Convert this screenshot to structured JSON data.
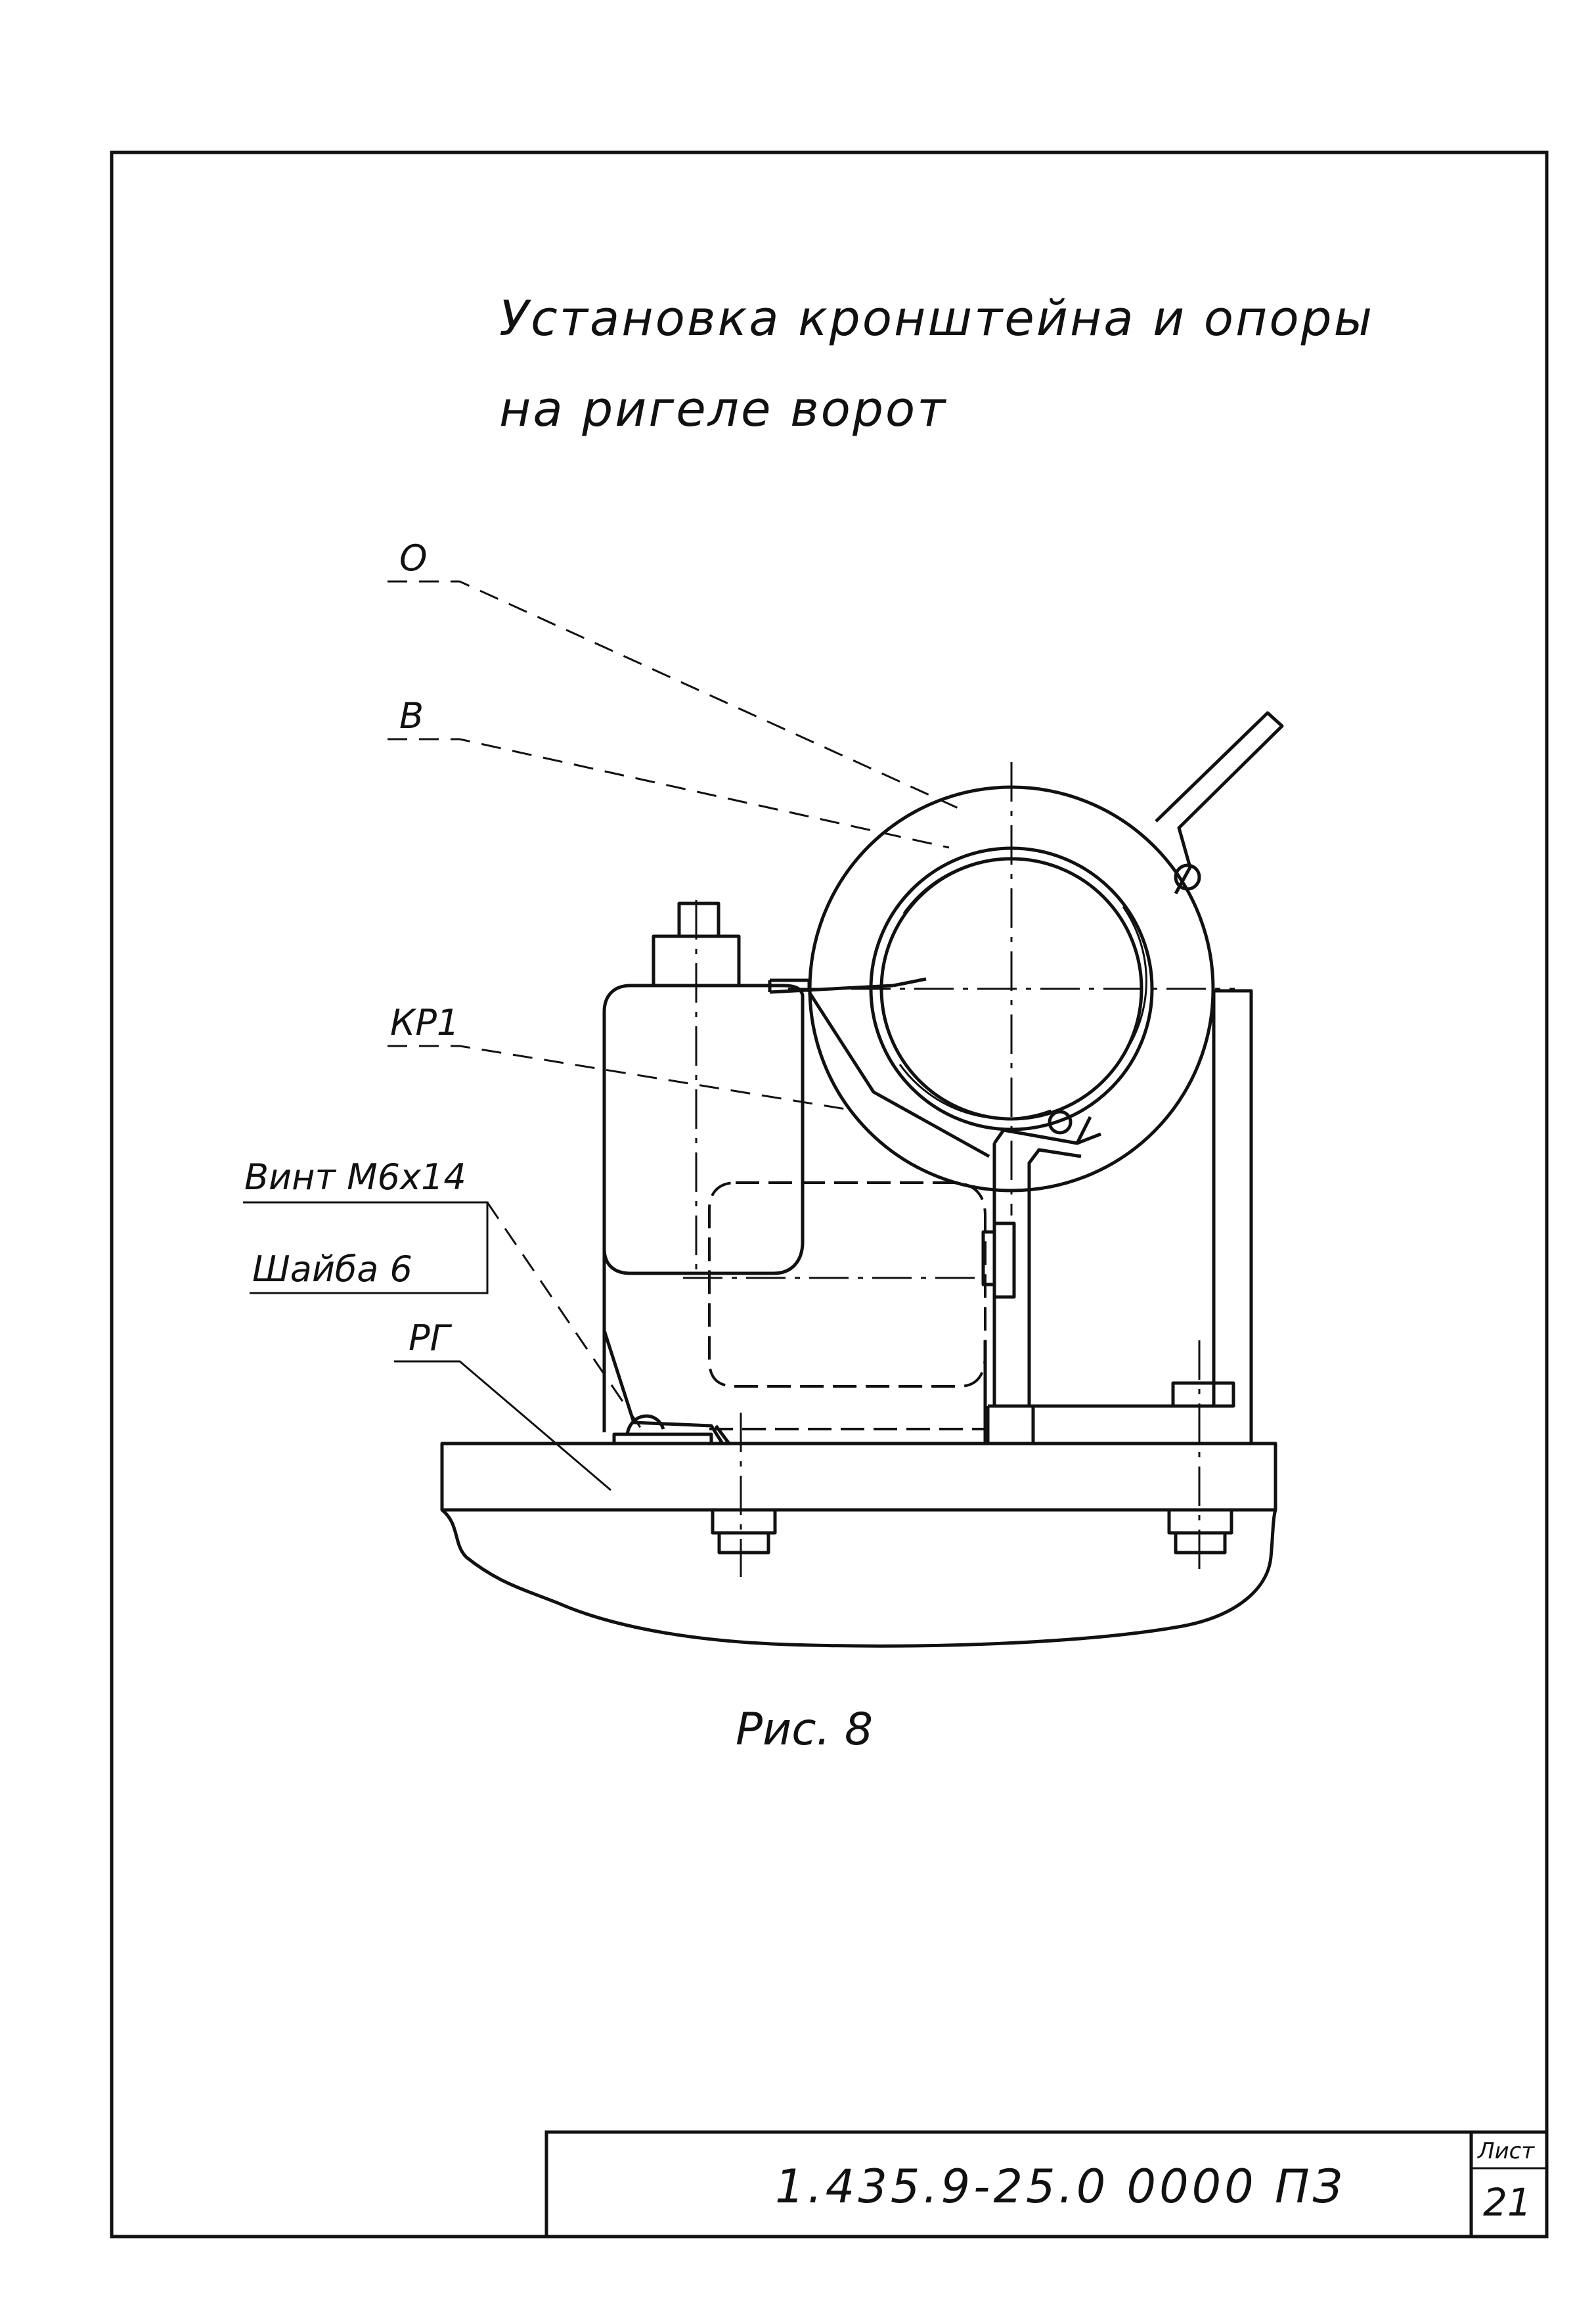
{
  "drawing": {
    "title_line1": "Установка кронштейна и опоры",
    "title_line2": "на ригеле ворот",
    "caption": "Рис. 8"
  },
  "callouts": {
    "o": "О",
    "v": "В",
    "kr1": "КР1",
    "screw": "Винт М6х14",
    "washer": "Шайба 6",
    "rg": "РГ"
  },
  "title_block": {
    "document_code": "1.435.9-25.0 0000 ПЗ",
    "sheet_label": "Лист",
    "sheet_number": "21"
  }
}
